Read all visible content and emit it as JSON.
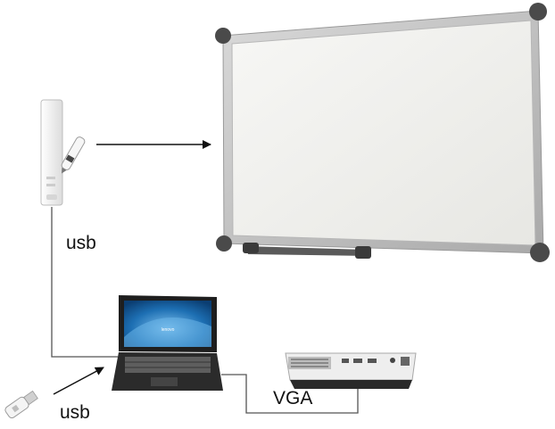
{
  "labels": {
    "usb_top": "usb",
    "usb_bottom": "usb",
    "vga": "VGA"
  },
  "laptop": {
    "brand": "lenovo"
  },
  "colors": {
    "wire": "#555555",
    "arrow": "#111111",
    "board_frame": "#bfbfbf",
    "board_surface": "#f2f2f0",
    "corner_caps": "#4a4a4a",
    "screen_blue": "#1d6fb3"
  },
  "icons": [
    "whiteboard-icon",
    "tracking-device-icon",
    "stylus-pen-icon",
    "laptop-icon",
    "projector-icon",
    "usb-dongle-icon"
  ]
}
